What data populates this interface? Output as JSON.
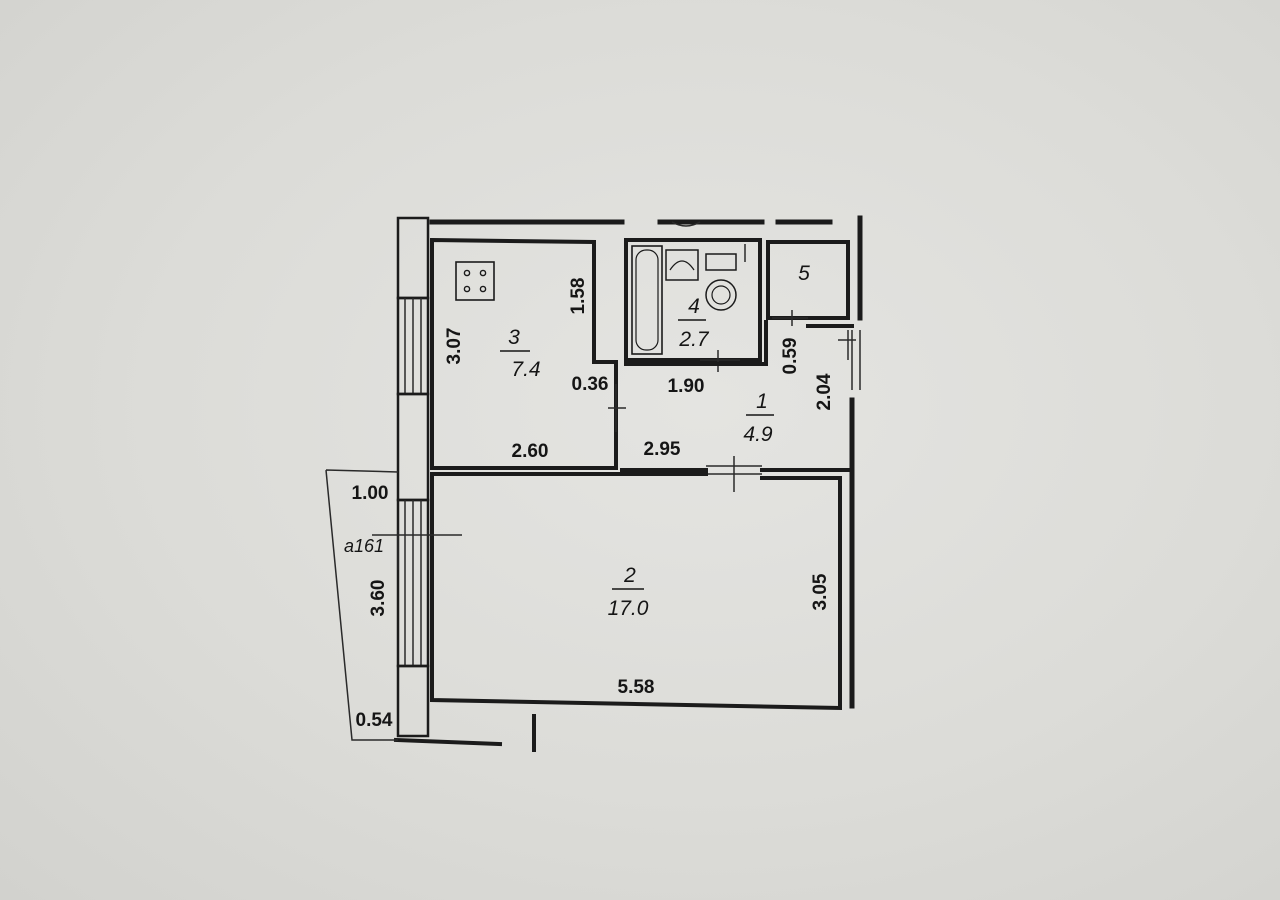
{
  "floor_plan": {
    "rooms": [
      {
        "id": "1",
        "number": "1",
        "area": "4.9"
      },
      {
        "id": "2",
        "number": "2",
        "area": "17.0"
      },
      {
        "id": "3",
        "number": "3",
        "area": "7.4"
      },
      {
        "id": "4",
        "number": "4",
        "area": "2.7"
      },
      {
        "id": "5",
        "number": "5",
        "area": ""
      }
    ],
    "dimensions": {
      "kitchen_height": "3.07",
      "kitchen_depth": "1.58",
      "kitchen_width": "2.60",
      "partition": "0.36",
      "hall_top": "1.90",
      "hall_width": "2.95",
      "hall_closet": "0.59",
      "hall_height": "2.04",
      "living_width": "5.58",
      "living_height": "3.05",
      "balcony_width": "1.00",
      "balcony_length": "3.60",
      "balcony_bottom": "0.54"
    },
    "window_note": "a161"
  }
}
